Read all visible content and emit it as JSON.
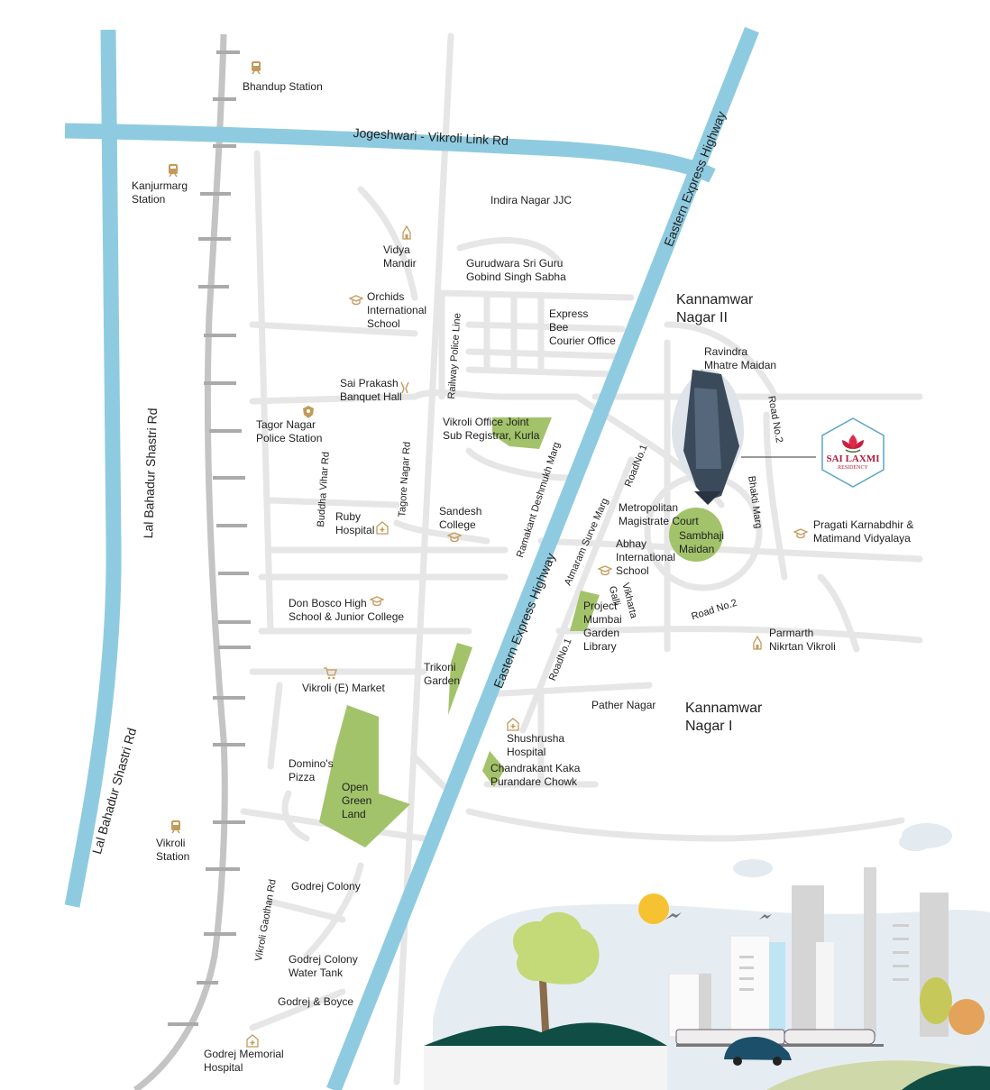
{
  "roads": {
    "jvlr": "Jogeshwari - Vikroli Link Rd",
    "eeh_north": "Eastern Express Highway",
    "eeh_south": "Eastern Express Highway",
    "lbs_north": "Lal Bahadur Shastri Rd",
    "lbs_south": "Lal Bahadur Shastri Rd",
    "railway_police": "Railway Police Line",
    "buddha_vihar": "Buddha Vihar Rd",
    "tagore_nagar_rd": "Tagore Nagar Rd",
    "ramakant": "Ramakant Deshmukh Marg",
    "atmaram": "Atmaram Surve Marg",
    "road_no1_a": "RoadNo.1",
    "road_no1_b": "RoadNo.1",
    "road_no2_a": "Road No.2",
    "road_no2_b": "Road No.2",
    "bhakti": "Bhakti Marg",
    "vikharta": "Vikharta\nGalli",
    "godrej_gaothan": "Vikroli Gaothan Rd"
  },
  "places": {
    "bhandup": "Bhandup Station",
    "kanjurmarg": "Kanjurmarg\nStation",
    "indira": "Indira Nagar JJC",
    "vidya": "Vidya\nMandir",
    "gurudwara": "Gurudwara Sri Guru\nGobind Singh Sabha",
    "orchids": "Orchids\nInternational\nSchool",
    "express_bee": "Express\nBee\nCourier Office",
    "kannamwar2": "Kannamwar\nNagar II",
    "ravindra": "Ravindra\nMhatre Maidan",
    "sai_prakash": "Sai Prakash\nBanquet Hall",
    "tagor_police": "Tagor Nagar\nPolice Station",
    "sub_registrar": "Vikroli Office Joint\nSub Registrar, Kurla",
    "ruby": "Ruby\nHospital",
    "sandesh": "Sandesh\nCollege",
    "metropolitan": "Metropolitan\nMagistrate Court",
    "sambhaji": "Sambhaji\nMaidan",
    "abhay": "Abhay\nInternational\nSchool",
    "pragati": "Pragati Karnabdhir &\nMatimand Vidyalaya",
    "don_bosco": "Don Bosco High\nSchool & Junior College",
    "project_mumbai": "Project\nMumbai\nGarden\nLibrary",
    "parmarth": "Parmarth\nNikrtan Vikroli",
    "trikoni": "Trikoni\nGarden",
    "vikroli_market": "Vikroli (E) Market",
    "pather": "Pather Nagar",
    "kannamwar1": "Kannamwar\nNagar I",
    "shushrusha": "Shushrusha\nHospital",
    "chandrakant": "Chandrakant Kaka\nPurandare Chowk",
    "dominos": "Domino's\nPizza",
    "open_green": "Open\nGreen\nLand",
    "vikroli_station": "Vikroli\nStation",
    "godrej_colony": "Godrej Colony",
    "godrej_water": "Godrej Colony\nWater Tank",
    "godrej_boyce": "Godrej & Boyce",
    "godrej_hospital": "Godrej Memorial\nHospital"
  },
  "brand": {
    "name": "SAI LAXMI",
    "sub": "RESIDENCY"
  },
  "colors": {
    "highway": "#8fcbe0",
    "road": "#e6e6e6",
    "rail": "#c4c4c4",
    "green": "#a2c36a",
    "icon": "#c49a5a",
    "brand": "#b01c3c"
  }
}
